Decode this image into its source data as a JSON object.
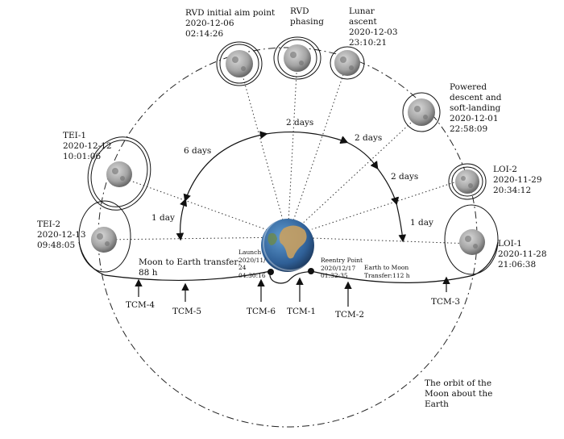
{
  "events": {
    "rvd_aim": "RVD initial aim point\n2020-12-06\n02:14:26",
    "rvd_phasing": "RVD\nphasing",
    "lunar_ascent": "Lunar\nascent\n2020-12-03\n23:10:21",
    "powered_descent": "Powered\ndescent and\nsoft-landing\n2020-12-01\n22:58:09",
    "loi2": "LOI-2\n2020-11-29\n20:34:12",
    "loi1": "LOI-1\n2020-11-28\n21:06:38",
    "tei1": "TEI-1\n2020-12-12\n10:01:06",
    "tei2": "TEI-2\n2020-12-13\n09:48:05",
    "launch": "Launch\n2020/11/\n24\n04:30:16",
    "reentry": "Reentry Point\n2020/12/17\n01:32:35"
  },
  "durations": {
    "six_days": "6 days",
    "two_days_top": "2 days",
    "two_days_mid": "2 days",
    "two_days_right": "2 days",
    "one_day_left": "1 day",
    "one_day_right": "1 day"
  },
  "transfers": {
    "moon_to_earth": "Moon to Earth transfer:\n88 h",
    "earth_to_moon": "Earth to Moon\nTransfer:112 h"
  },
  "tcm": {
    "tcm1": "TCM-1",
    "tcm2": "TCM-2",
    "tcm3": "TCM-3",
    "tcm4": "TCM-4",
    "tcm5": "TCM-5",
    "tcm6": "TCM-6"
  },
  "orbit_note": "The orbit of the\nMoon about the\nEarth"
}
